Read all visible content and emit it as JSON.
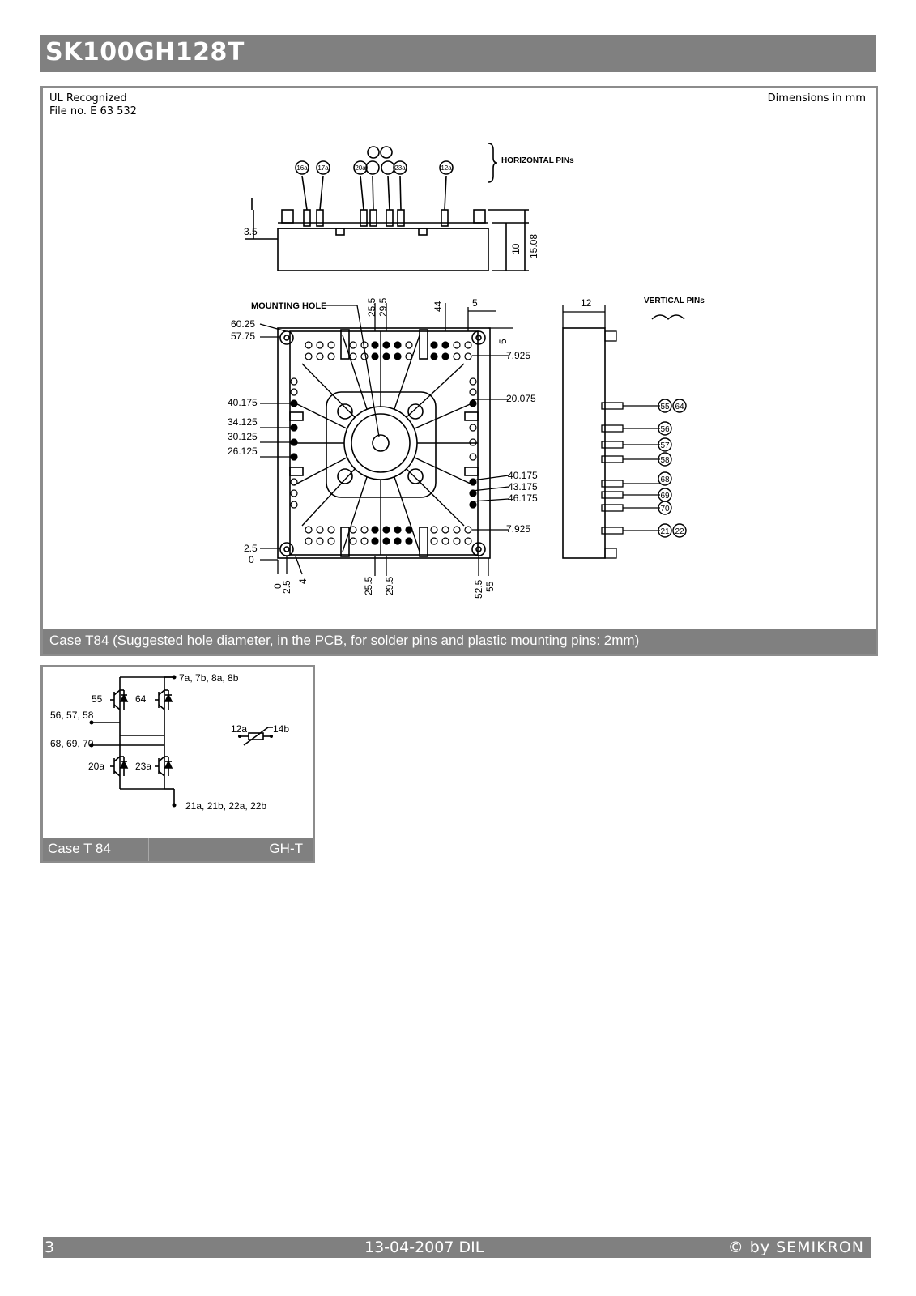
{
  "header": {
    "title": "SK100GH128T"
  },
  "drawing": {
    "ul_line1": "UL Recognized",
    "ul_line2": "File no. E 63 532",
    "units": "Dimensions in mm",
    "caption": "Case T84 (Suggested hole diameter, in the PCB, for solder pins and plastic mounting pins: 2mm)",
    "horizontal_pins": "HORIZONTAL PINs",
    "vertical_pins": "VERTICAL PINs",
    "mounting_hole": "MOUNTING HOLE",
    "dims": {
      "d3_5": "3.5",
      "d10": "10",
      "d15_08": "15.08",
      "d25_5": "25.5",
      "d29_5": "29.5",
      "d44": "44",
      "d5": "5",
      "d12": "12",
      "d60_25": "60.25",
      "d57_75": "57.75",
      "d7_925": "7.925",
      "d40_175": "40.175",
      "d20_075": "20.075",
      "d34_125": "34.125",
      "d30_125": "30.125",
      "d26_125": "26.125",
      "d43_175": "43.175",
      "d46_175": "46.175",
      "d2_5": "2.5",
      "d0": "0",
      "d4": "4",
      "d52_5": "52.5",
      "d55": "55"
    },
    "pin_labels_top": [
      "16a",
      "17a",
      "20a",
      "23a",
      "12a"
    ],
    "pin_labels_vertical": [
      "55",
      "64",
      "56",
      "57",
      "58",
      "68",
      "69",
      "70",
      "21",
      "22"
    ]
  },
  "schematic": {
    "top_right": "7a, 7b, 8a, 8b",
    "g55": "55",
    "g64": "64",
    "left1": "56, 57, 58",
    "left2": "68, 69, 70",
    "g20a": "20a",
    "g23a": "23a",
    "bottom_right": "21a, 21b, 22a, 22b",
    "ntc_left": "12a",
    "ntc_right": "14b",
    "case": "Case T 84",
    "type": "GH-T"
  },
  "footer": {
    "page": "3",
    "date": "13-04-2007  DIL",
    "copyright": "© by SEMIKRON"
  }
}
